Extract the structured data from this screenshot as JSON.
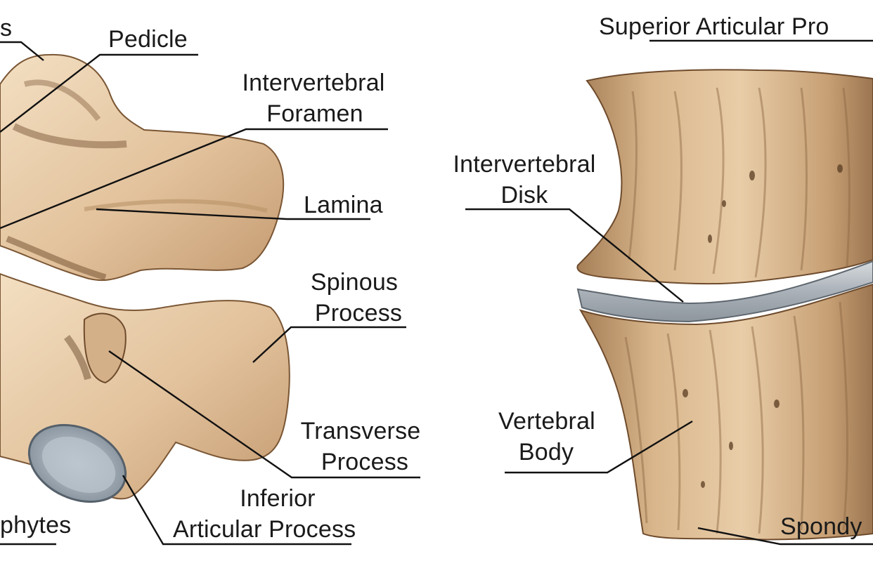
{
  "colors": {
    "bone": "#e6c9a4",
    "bone_dark": "#8a6440",
    "bone_light": "#f6e4cc",
    "disk": "#b9bec4",
    "cartilage": "#a9b4bd",
    "leader": "#111111"
  },
  "labels": {
    "left_top_partial": "s",
    "pedicle": "Pedicle",
    "intervertebral_foramen_line1": "Intervertebral",
    "intervertebral_foramen_line2": "Foramen",
    "lamina": "Lamina",
    "spinous_line1": "Spinous",
    "spinous_line2": "Process",
    "transverse_line1": "Transverse",
    "transverse_line2": "Process",
    "inferior_line1": "Inferior",
    "inferior_line2": "Articular Process",
    "osteophytes_partial": "phytes",
    "superior_articular_partial": "Superior Articular Pro",
    "disk_line1": "Intervertebral",
    "disk_line2": "Disk",
    "body_line1": "Vertebral",
    "body_line2": "Body",
    "spondy_partial": "Spondy"
  }
}
